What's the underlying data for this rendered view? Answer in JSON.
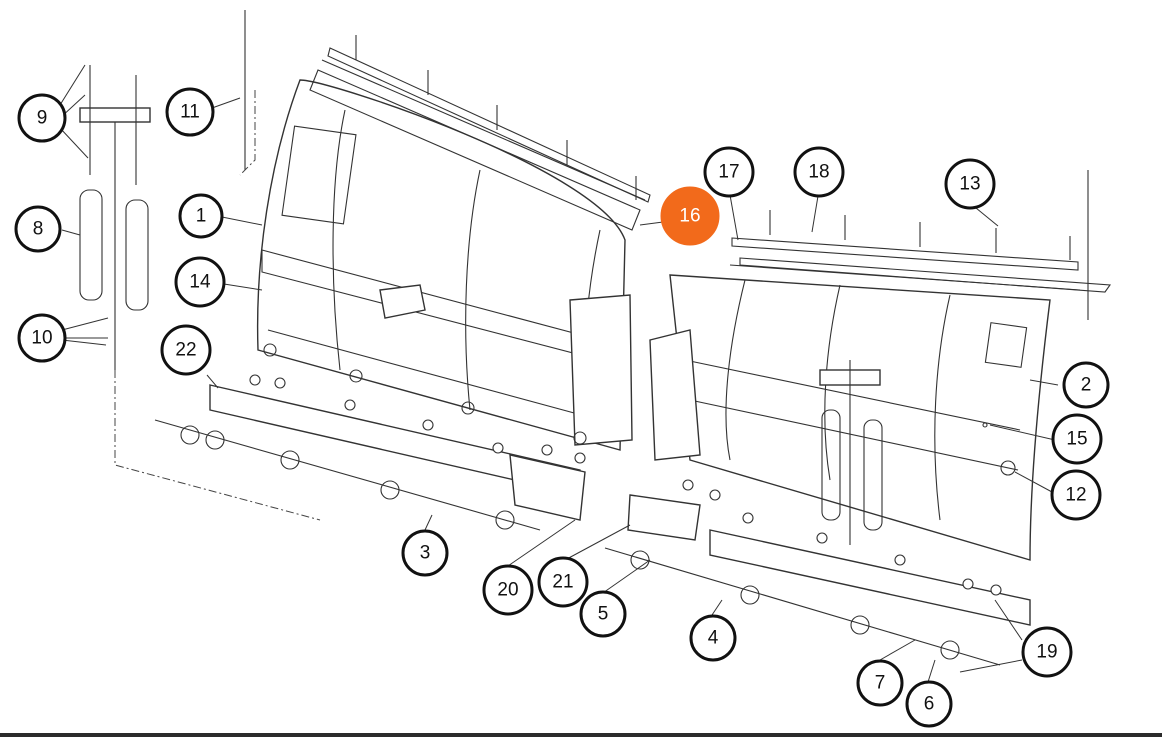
{
  "diagram": {
    "accent_color": "#f26a1b",
    "highlighted_part": "16",
    "callouts": [
      {
        "label": "1"
      },
      {
        "label": "2"
      },
      {
        "label": "3"
      },
      {
        "label": "4"
      },
      {
        "label": "5"
      },
      {
        "label": "6"
      },
      {
        "label": "7"
      },
      {
        "label": "8"
      },
      {
        "label": "9"
      },
      {
        "label": "10"
      },
      {
        "label": "11"
      },
      {
        "label": "12"
      },
      {
        "label": "13"
      },
      {
        "label": "14"
      },
      {
        "label": "15"
      },
      {
        "label": "16"
      },
      {
        "label": "17"
      },
      {
        "label": "18"
      },
      {
        "label": "19"
      },
      {
        "label": "20"
      },
      {
        "label": "21"
      },
      {
        "label": "22"
      }
    ]
  }
}
